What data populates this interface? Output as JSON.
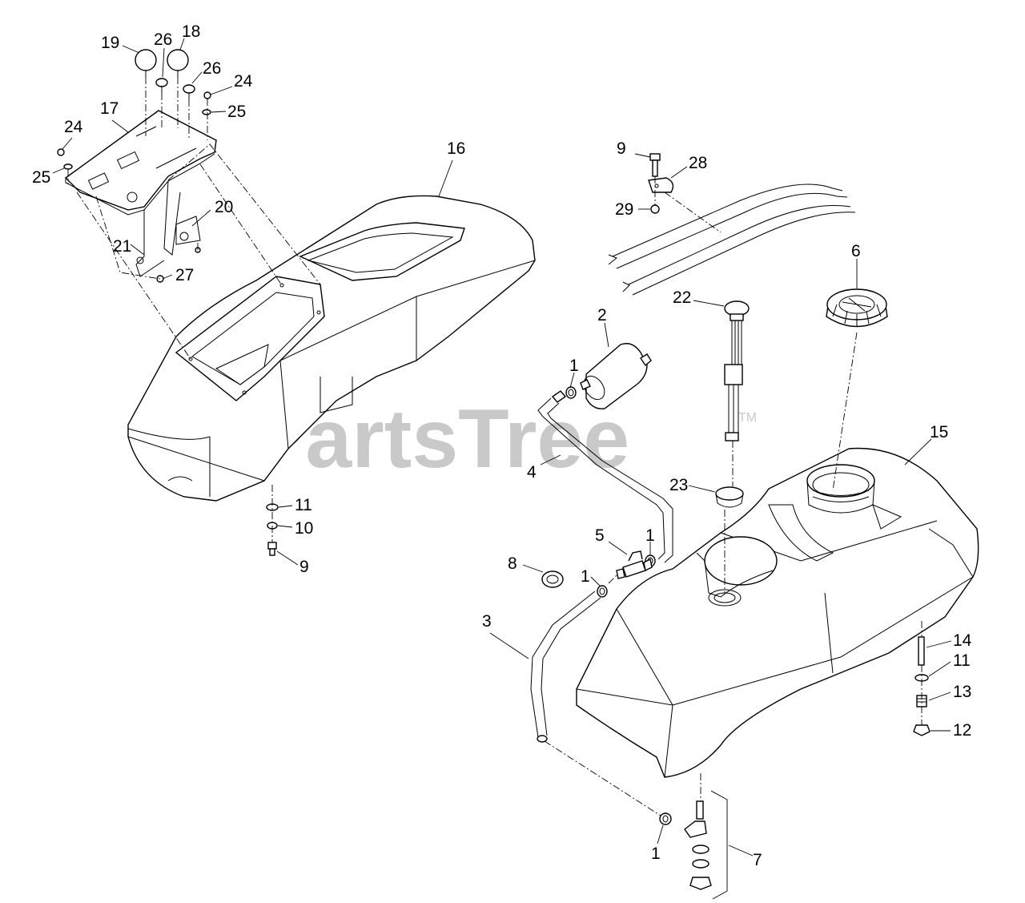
{
  "watermark": {
    "text": "PartsTree",
    "trademark": "TM"
  },
  "labels": [
    {
      "id": "label-19",
      "text": "19"
    },
    {
      "id": "label-26a",
      "text": "26"
    },
    {
      "id": "label-18",
      "text": "18"
    },
    {
      "id": "label-26b",
      "text": "26"
    },
    {
      "id": "label-24a",
      "text": "24"
    },
    {
      "id": "label-25a",
      "text": "25"
    },
    {
      "id": "label-17",
      "text": "17"
    },
    {
      "id": "label-24b",
      "text": "24"
    },
    {
      "id": "label-25b",
      "text": "25"
    },
    {
      "id": "label-16",
      "text": "16"
    },
    {
      "id": "label-20",
      "text": "20"
    },
    {
      "id": "label-21",
      "text": "21"
    },
    {
      "id": "label-27",
      "text": "27"
    },
    {
      "id": "label-11a",
      "text": "11"
    },
    {
      "id": "label-10",
      "text": "10"
    },
    {
      "id": "label-9a",
      "text": "9"
    },
    {
      "id": "label-9b",
      "text": "9"
    },
    {
      "id": "label-28",
      "text": "28"
    },
    {
      "id": "label-29",
      "text": "29"
    },
    {
      "id": "label-6",
      "text": "6"
    },
    {
      "id": "label-22",
      "text": "22"
    },
    {
      "id": "label-2",
      "text": "2"
    },
    {
      "id": "label-1a",
      "text": "1"
    },
    {
      "id": "label-4",
      "text": "4"
    },
    {
      "id": "label-15",
      "text": "15"
    },
    {
      "id": "label-23",
      "text": "23"
    },
    {
      "id": "label-5",
      "text": "5"
    },
    {
      "id": "label-1b",
      "text": "1"
    },
    {
      "id": "label-8",
      "text": "8"
    },
    {
      "id": "label-1c",
      "text": "1"
    },
    {
      "id": "label-3",
      "text": "3"
    },
    {
      "id": "label-14",
      "text": "14"
    },
    {
      "id": "label-11b",
      "text": "11"
    },
    {
      "id": "label-13",
      "text": "13"
    },
    {
      "id": "label-12",
      "text": "12"
    },
    {
      "id": "label-1d",
      "text": "1"
    },
    {
      "id": "label-7",
      "text": "7"
    }
  ]
}
